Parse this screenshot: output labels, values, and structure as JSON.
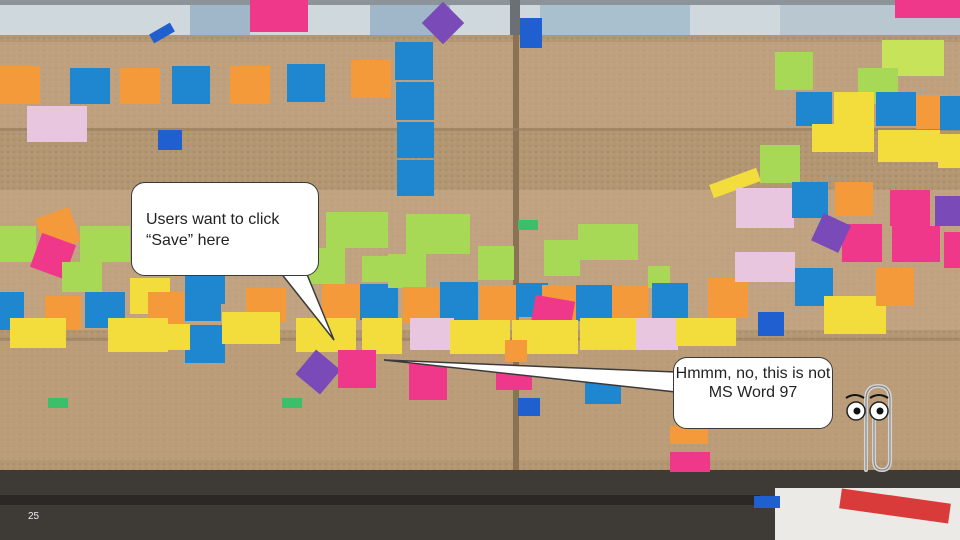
{
  "bubble_left": {
    "text": "Users want to click “Save” here"
  },
  "bubble_right": {
    "text": "Hmmm, no, this is not MS Word 97"
  },
  "clippy": {
    "icon": "paperclip-icon"
  },
  "slide_number": "25",
  "colors": {
    "cork": "#b39773",
    "kraft_paper": "#c7a988",
    "note_orange": "#f59a3a",
    "note_blue": "#1f86d0",
    "note_yellow": "#f2dd3c",
    "note_green": "#a7d957",
    "note_pink": "#f0388a",
    "note_purple": "#7a4ab8"
  }
}
